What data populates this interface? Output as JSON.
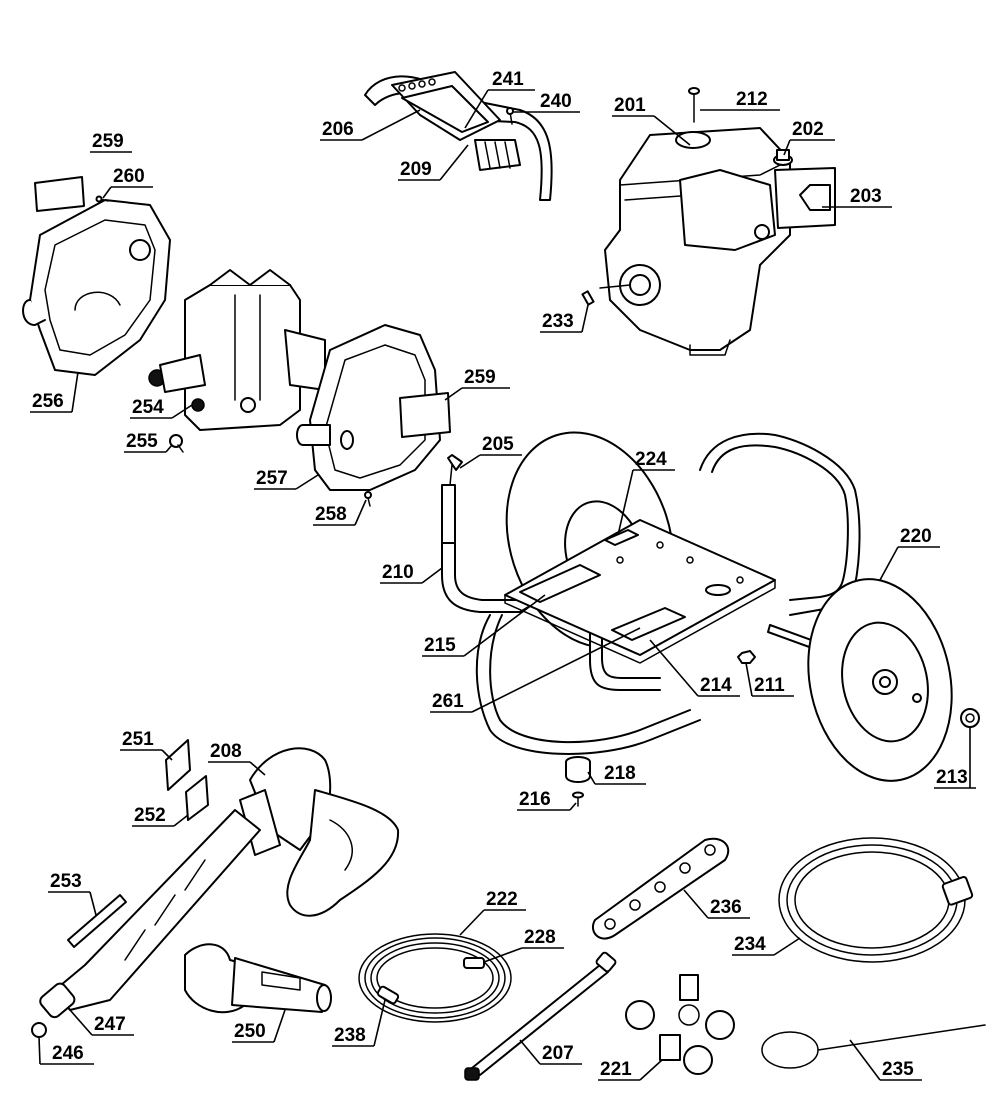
{
  "callouts": {
    "p201": "201",
    "p202": "202",
    "p203": "203",
    "p205": "205",
    "p206": "206",
    "p207": "207",
    "p208": "208",
    "p209": "209",
    "p210": "210",
    "p211": "211",
    "p212": "212",
    "p213": "213",
    "p214": "214",
    "p215": "215",
    "p216": "216",
    "p218": "218",
    "p220": "220",
    "p221": "221",
    "p222": "222",
    "p224": "224",
    "p228": "228",
    "p233": "233",
    "p234": "234",
    "p235": "235",
    "p236": "236",
    "p238": "238",
    "p240": "240",
    "p241": "241",
    "p246": "246",
    "p247": "247",
    "p250": "250",
    "p251": "251",
    "p252": "252",
    "p253": "253",
    "p254": "254",
    "p255": "255",
    "p256": "256",
    "p257": "257",
    "p258": "258",
    "p259a": "259",
    "p259b": "259",
    "p260": "260",
    "p261": "261"
  }
}
